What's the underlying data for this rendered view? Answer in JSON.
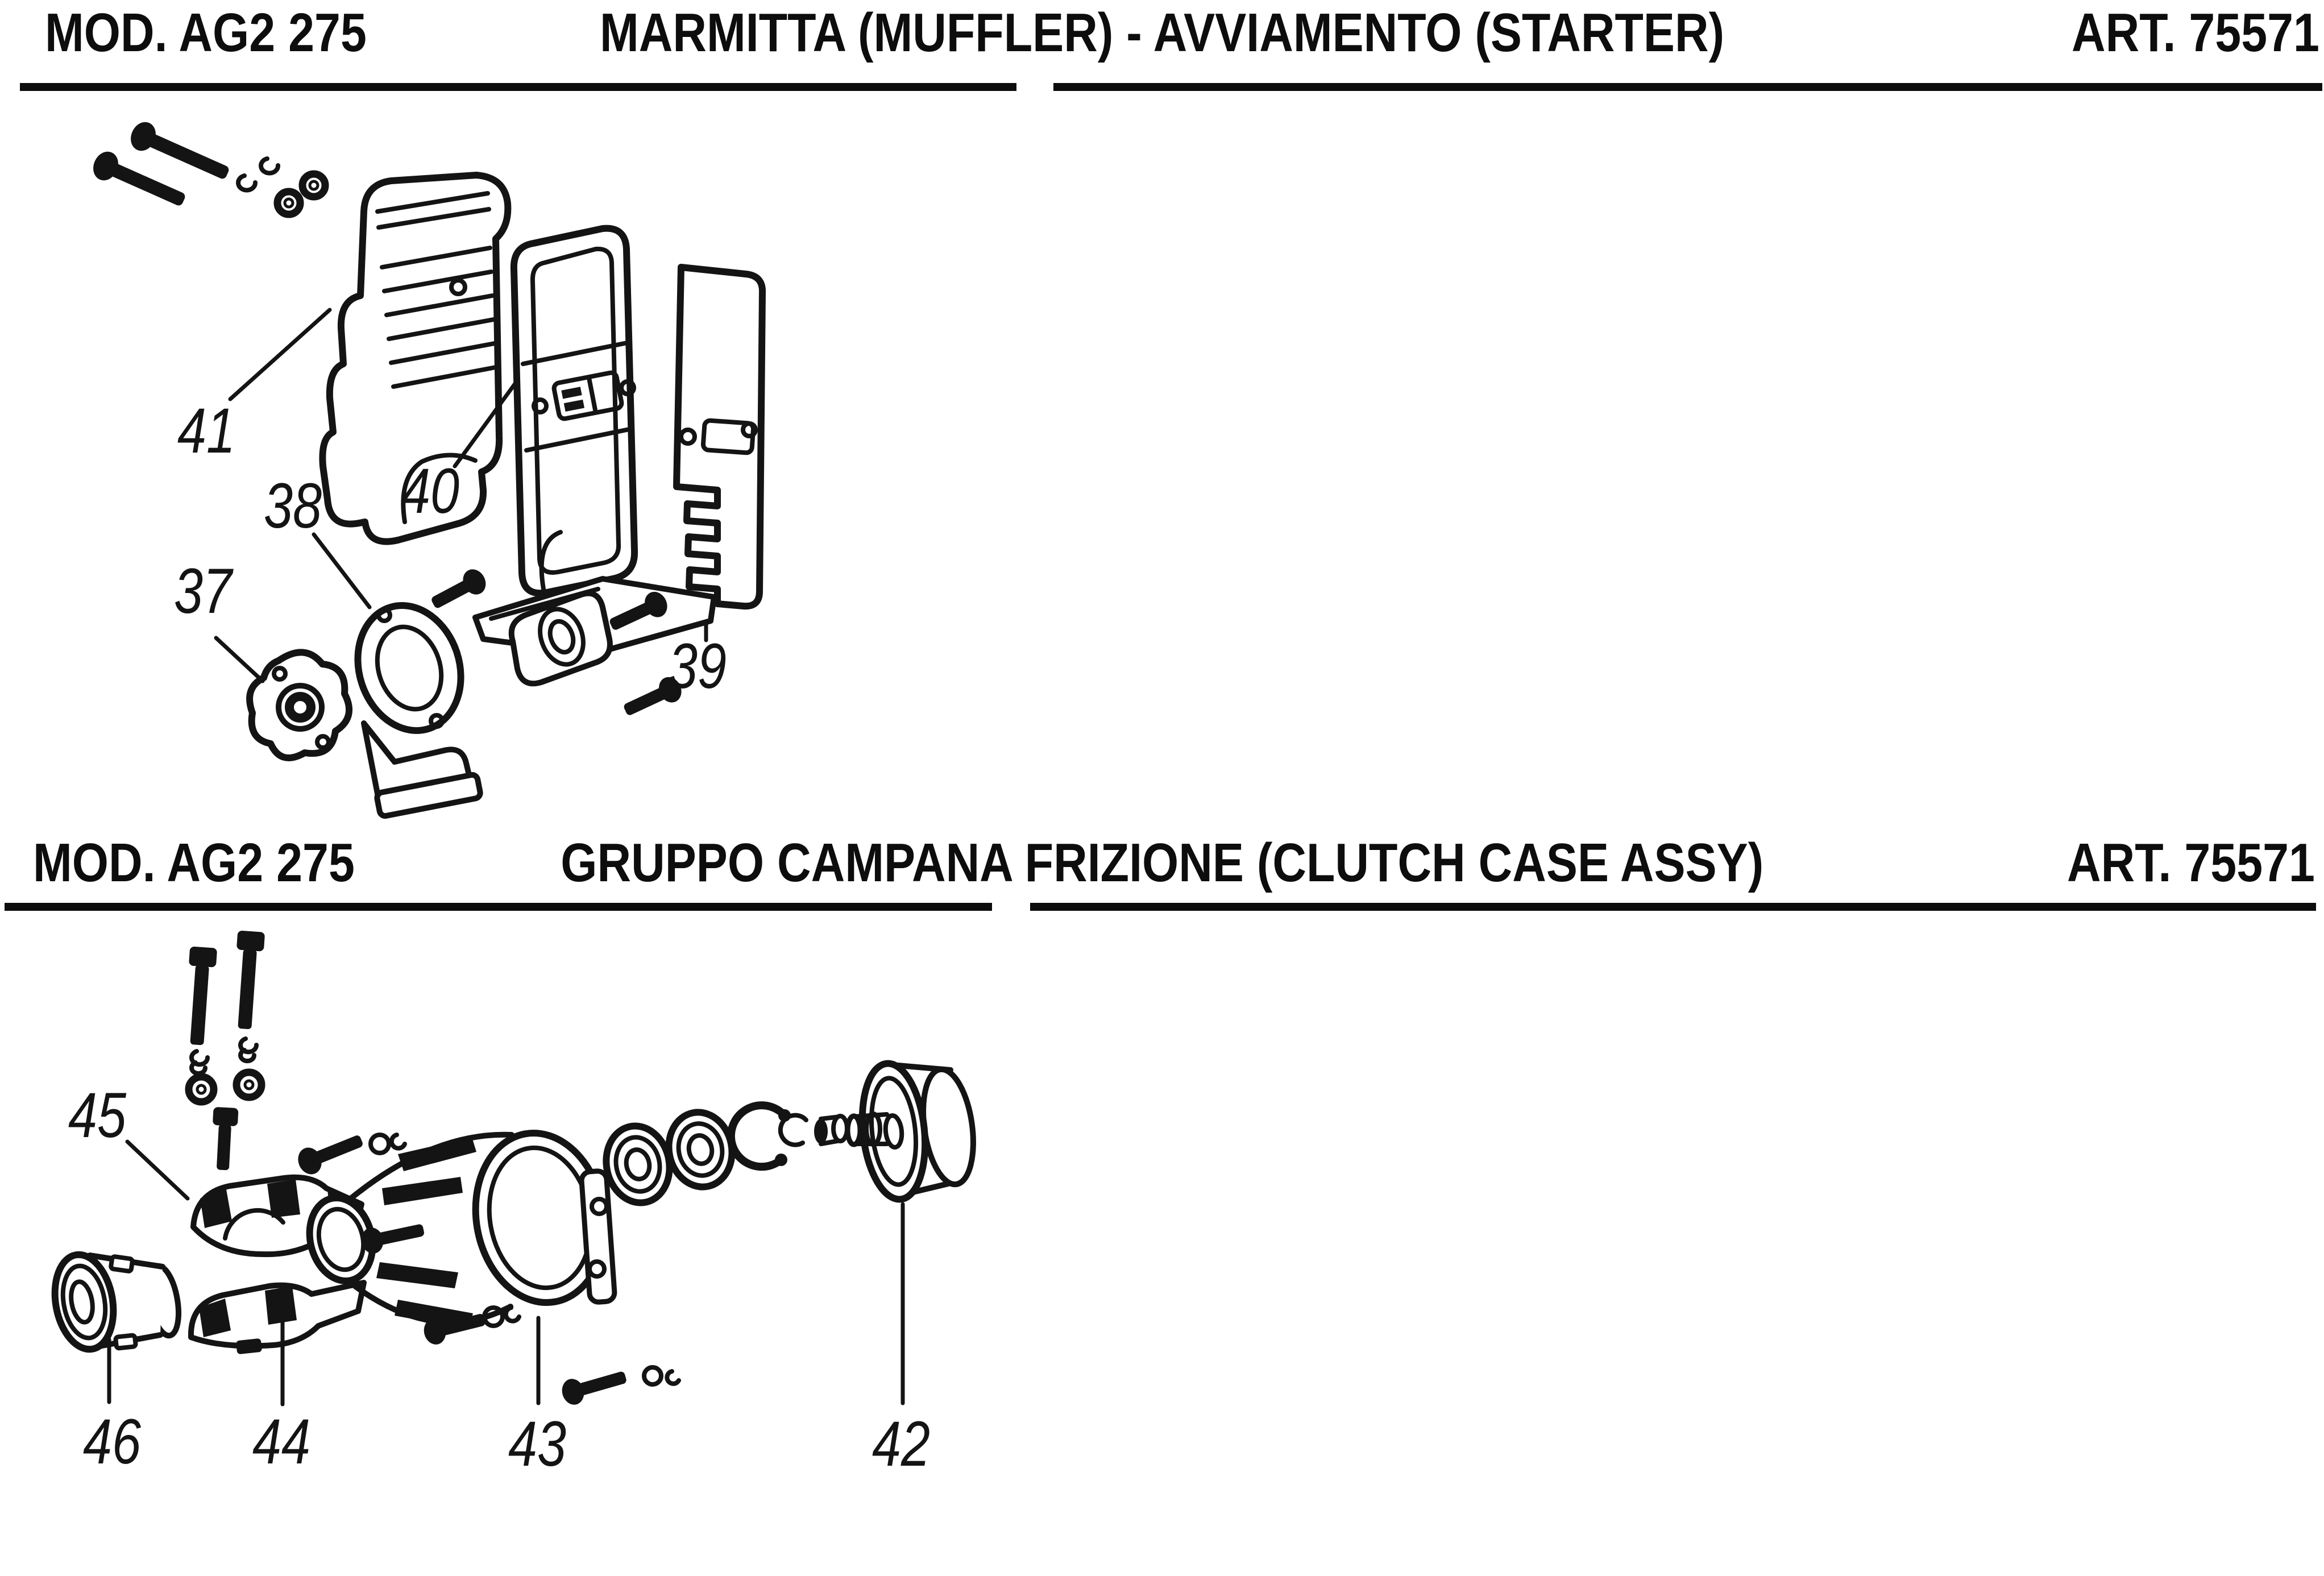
{
  "page": {
    "background_color": "#ffffff",
    "ink_color": "#141414"
  },
  "sections": [
    {
      "model_label": "MOD. AG2 275",
      "title": "MARMITTA (MUFFLER) - AVVIAMENTO (STARTER)",
      "article_label": "ART. 75571",
      "part_numbers": [
        "41",
        "40",
        "38",
        "37",
        "39"
      ]
    },
    {
      "model_label": "MOD. AG2 275",
      "title": "GRUPPO CAMPANA FRIZIONE (CLUTCH CASE ASSY)",
      "article_label": "ART. 75571",
      "part_numbers": [
        "45",
        "46",
        "44",
        "43",
        "42"
      ]
    }
  ]
}
